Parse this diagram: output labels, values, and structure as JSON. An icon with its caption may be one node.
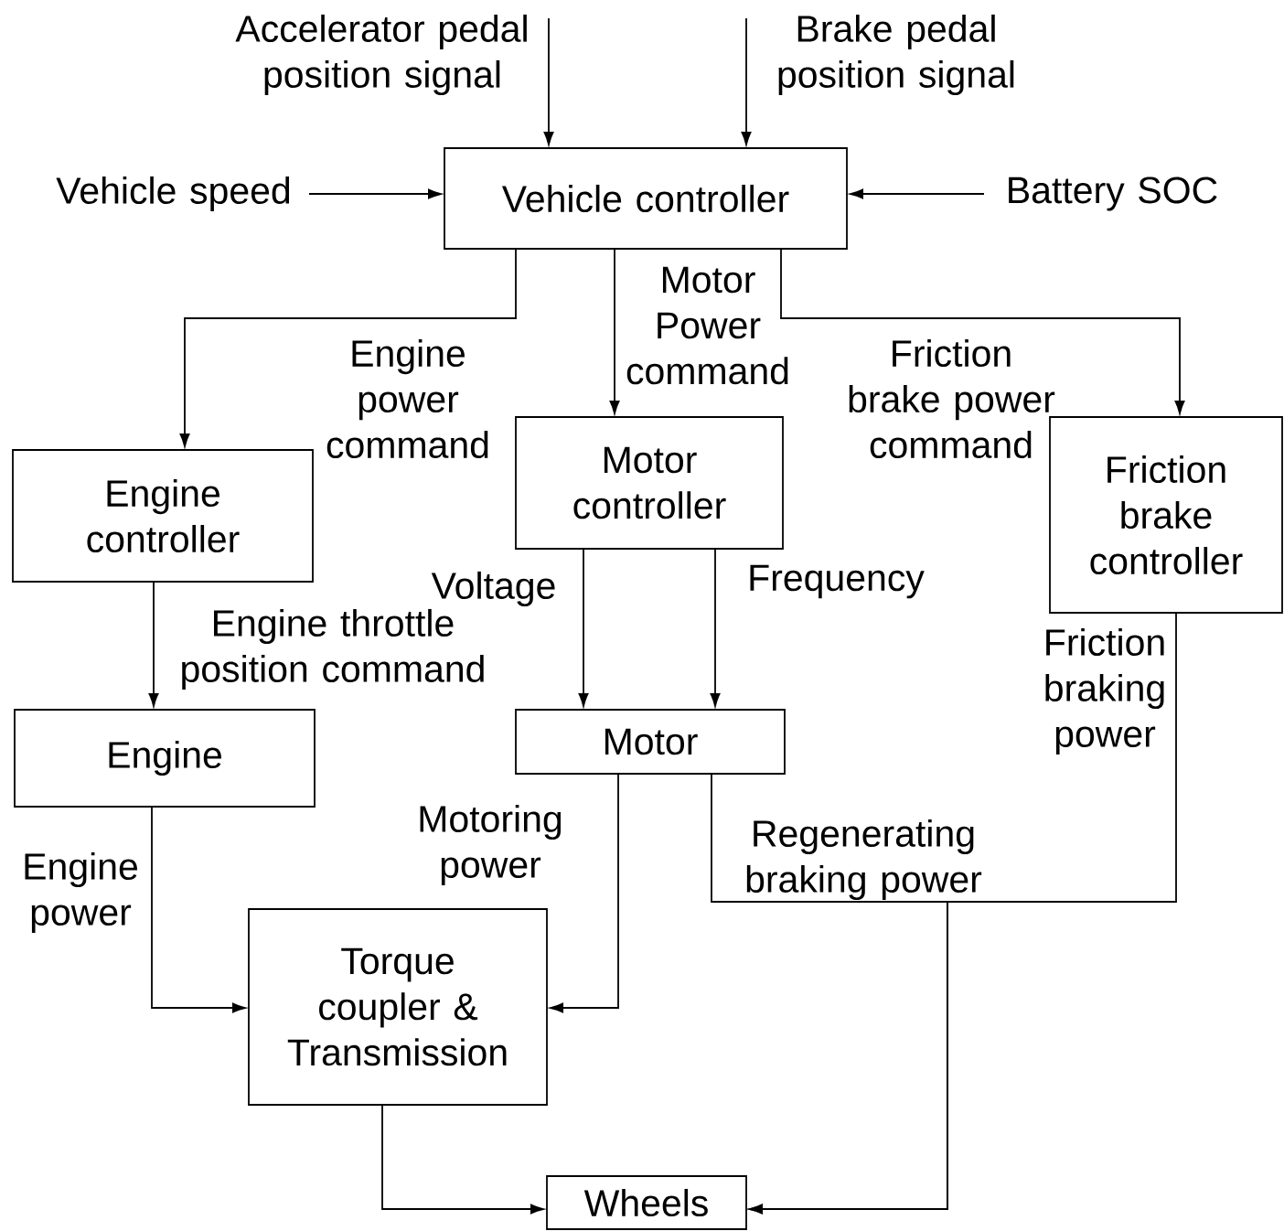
{
  "diagram": {
    "nodes": [
      {
        "text": [
          "Vehicle controller"
        ]
      },
      {
        "text": [
          "Engine controller"
        ]
      },
      {
        "text": [
          "Motor controller"
        ]
      },
      {
        "text": [
          "Friction brake controller"
        ]
      },
      {
        "text": [
          "Engine"
        ]
      },
      {
        "text": [
          "Motor"
        ]
      },
      {
        "text": [
          "Torque coupler & Transmission"
        ]
      },
      {
        "text": [
          "Wheels"
        ]
      },
      {
        "text": [
          "Accelerator pedal position signal"
        ]
      },
      {
        "text": [
          "Brake pedal position signal"
        ]
      },
      {
        "text": [
          "Vehicle speed"
        ]
      },
      {
        "text": [
          "Battery SOC"
        ]
      }
    ],
    "edges": [
      {
        "from": 8,
        "to": 0,
        "arrow": "to"
      },
      {
        "from": 9,
        "to": 0,
        "arrow": "to"
      },
      {
        "from": 10,
        "to": 0,
        "arrow": "to"
      },
      {
        "from": 11,
        "to": 0,
        "arrow": "to"
      },
      {
        "from": 0,
        "to": 1,
        "arrow": "to",
        "label": "Engine power command"
      },
      {
        "from": 0,
        "to": 2,
        "arrow": "to",
        "label": "Motor Power command"
      },
      {
        "from": 0,
        "to": 3,
        "arrow": "to",
        "label": "Friction brake power command"
      },
      {
        "from": 1,
        "to": 4,
        "arrow": "to",
        "label": "Engine throttle position command"
      },
      {
        "from": 2,
        "to": 5,
        "arrow": "to",
        "label": "Voltage"
      },
      {
        "from": 2,
        "to": 5,
        "arrow": "to",
        "label": "Frequency"
      },
      {
        "from": 4,
        "to": 6,
        "arrow": "to",
        "label": "Engine power"
      },
      {
        "from": 5,
        "to": 6,
        "arrow": "to",
        "label": "Motoring power"
      },
      {
        "from": 5,
        "to": 7,
        "arrow": "to",
        "label": "Regenerating braking power"
      },
      {
        "from": 3,
        "to": 7,
        "arrow": "to",
        "label": "Friction braking power"
      },
      {
        "from": 6,
        "to": 7,
        "arrow": "to"
      }
    ]
  }
}
